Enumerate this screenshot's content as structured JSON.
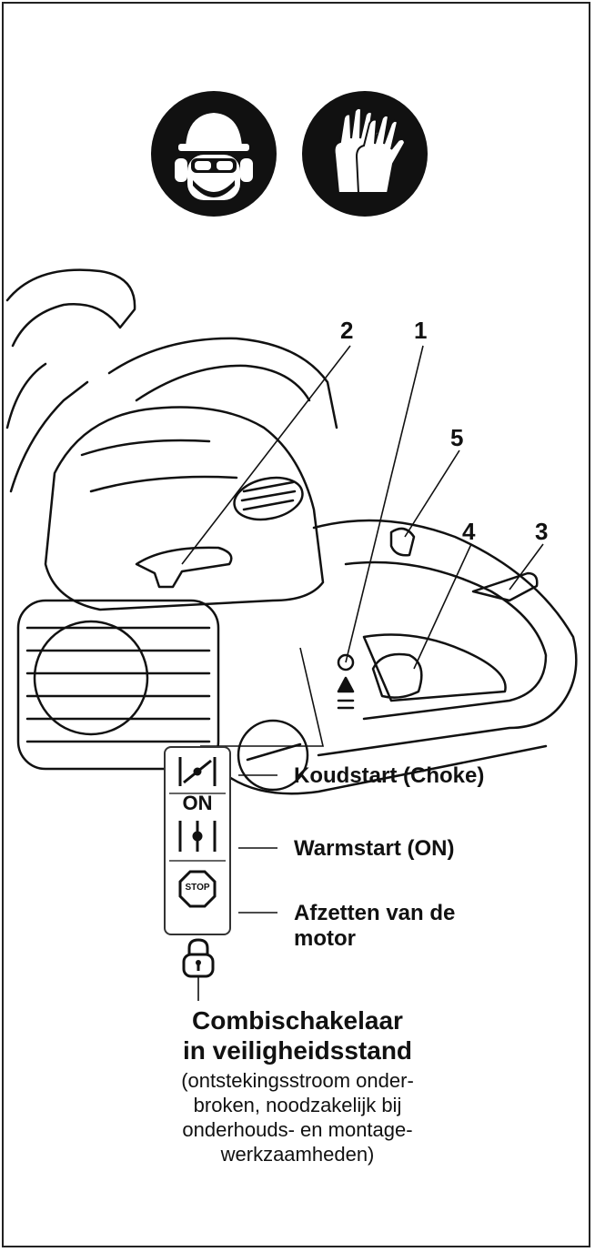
{
  "icons": {
    "ppe_head": "helmet-goggles-earmuffs-icon",
    "ppe_gloves": "protective-gloves-icon",
    "choke": "choke-icon",
    "warm_start": "warm-start-icon",
    "stop": "stop-icon",
    "lock": "padlock-icon"
  },
  "callouts": [
    "2",
    "1",
    "5",
    "4",
    "3"
  ],
  "switch_panel": {
    "on_label": "ON",
    "stop_label": "STOP"
  },
  "positions": [
    "Koudstart (Choke)",
    "Warmstart (ON)",
    "Afzetten van de",
    "motor"
  ],
  "caption": {
    "title_line1": "Combischakelaar",
    "title_line2": "in veiligheidsstand",
    "body_lines": [
      "(ontstekingsstroom onder-",
      "broken, noodzakelijk bij",
      "onderhouds- en montage-",
      "werkzaamheden)"
    ]
  },
  "colors": {
    "ink": "#111111",
    "background": "#ffffff"
  }
}
